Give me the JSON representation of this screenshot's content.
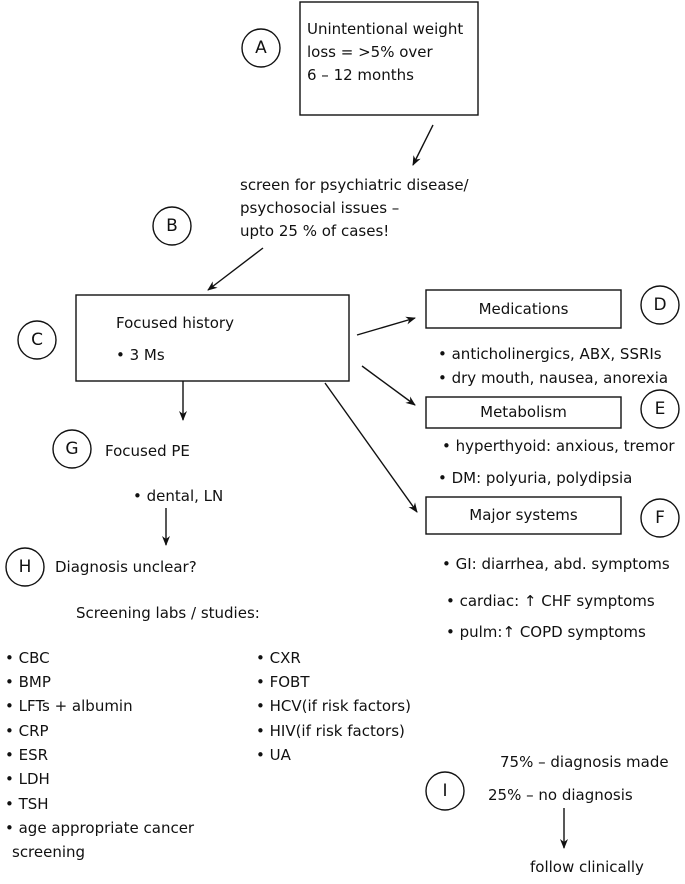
{
  "nodes": {
    "A": {
      "label": "A",
      "lines": [
        "Unintentional weight",
        "loss = >5% over",
        "6 – 12 months"
      ]
    },
    "B": {
      "label": "B",
      "lines": [
        "screen for psychiatric disease/",
        "psychosocial issues –",
        "upto 25 % of cases!"
      ]
    },
    "C": {
      "label": "C",
      "title": "Focused history",
      "bullet": "• 3 Ms"
    },
    "D": {
      "label": "D",
      "title": "Medications",
      "bullets": [
        "• anticholinergics, ABX, SSRIs",
        "• dry mouth, nausea, anorexia"
      ]
    },
    "E": {
      "label": "E",
      "title": "Metabolism",
      "bullets": [
        "• hyperthyoid: anxious, tremor",
        "• DM: polyuria, polydipsia"
      ]
    },
    "F": {
      "label": "F",
      "title": "Major systems",
      "bullets": [
        "• GI: diarrhea, abd. symptoms",
        "• cardiac: ↑ CHF symptoms",
        "• pulm:↑ COPD symptoms"
      ]
    },
    "G": {
      "label": "G",
      "title": "Focused PE",
      "bullet": "• dental, LN"
    },
    "H": {
      "label": "H",
      "title": "Diagnosis unclear?",
      "subtitle": "Screening labs / studies:",
      "left_list": [
        "• CBC",
        "• BMP",
        "• LFTs + albumin",
        "• CRP",
        "• ESR",
        "• LDH",
        "• TSH",
        "• age appropriate cancer",
        "screening"
      ],
      "right_list": [
        "• CXR",
        "• FOBT",
        "• HCV(if risk factors)",
        "• HIV(if risk factors)",
        "• UA"
      ]
    },
    "I": {
      "label": "I",
      "lines": [
        "75% – diagnosis made",
        "25% –  no diagnosis"
      ],
      "outcome": "follow clinically"
    }
  }
}
